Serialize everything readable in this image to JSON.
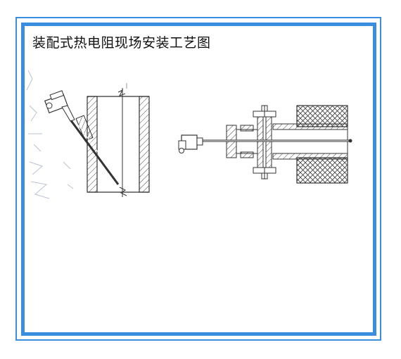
{
  "page": {
    "title": "装配式热电阻现场安装工艺图"
  },
  "colors": {
    "frame": "#3a8ee0",
    "ink": "#333333",
    "faint": "#aab3c8"
  },
  "diagram": {
    "left": {
      "name": "inclined-installation",
      "description_icon": "inclined-thermometer-in-pipe"
    },
    "right": {
      "name": "flange-installation",
      "description_icon": "horizontal-thermometer-flange"
    }
  }
}
